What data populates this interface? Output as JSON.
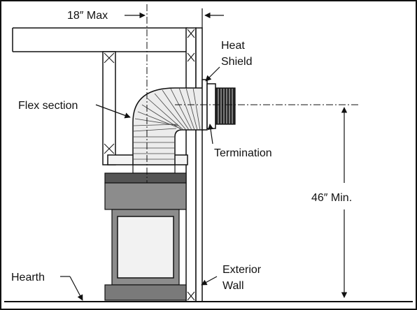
{
  "labels": {
    "max_offset": "18″ Max",
    "heat_shield_line1": "Heat",
    "heat_shield_line2": "Shield",
    "flex_section": "Flex section",
    "termination": "Termination",
    "min_height": "46″ Min.",
    "hearth": "Hearth",
    "exterior_wall_line1": "Exterior",
    "exterior_wall_line2": "Wall"
  },
  "colors": {
    "line": "#111111",
    "stove_dark": "#555555",
    "stove_mid": "#8c8c8c",
    "stove_light": "#bdbdbd",
    "glass": "#f2f2f2",
    "background": "#ffffff"
  }
}
